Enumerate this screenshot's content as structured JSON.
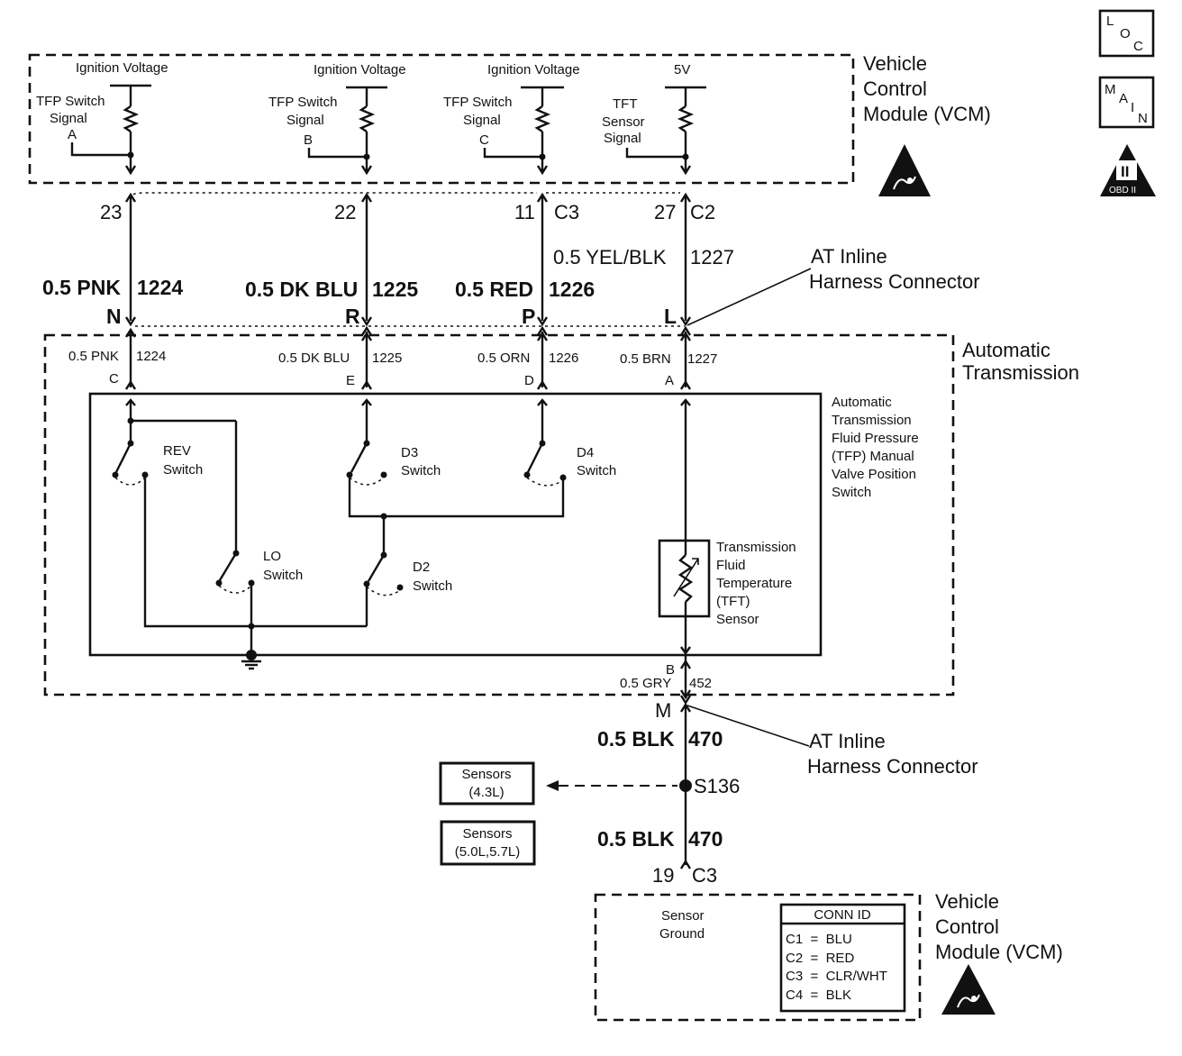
{
  "icons": {
    "loc": [
      "L",
      "O",
      "C"
    ],
    "main": [
      "M",
      "A",
      "I",
      "N"
    ],
    "obd": {
      "roman": "II",
      "label": "OBD II"
    },
    "esd": "esd-sensitive-icon"
  },
  "vcm_top": {
    "title": [
      "Vehicle",
      "Control",
      "Module (VCM)"
    ],
    "circuits": [
      {
        "supply": "Ignition Voltage",
        "label": [
          "TFP Switch",
          "Signal",
          "A"
        ]
      },
      {
        "supply": "Ignition Voltage",
        "label": [
          "TFP Switch",
          "Signal",
          "B"
        ]
      },
      {
        "supply": "Ignition Voltage",
        "label": [
          "TFP Switch",
          "Signal",
          "C"
        ]
      },
      {
        "supply": "5V",
        "label": [
          "TFT",
          "Sensor",
          "Signal"
        ]
      }
    ]
  },
  "vcm_pins": [
    {
      "pin": "23",
      "conn": ""
    },
    {
      "pin": "22",
      "conn": ""
    },
    {
      "pin": "11",
      "conn": "C3"
    },
    {
      "pin": "27",
      "conn": "C2"
    }
  ],
  "harness_wires": [
    {
      "color": "0.5 PNK",
      "circuit": "1224"
    },
    {
      "color": "0.5 DK BLU",
      "circuit": "1225"
    },
    {
      "color": "0.5 RED",
      "circuit": "1226"
    },
    {
      "color": "0.5 YEL/BLK",
      "circuit": "1227"
    }
  ],
  "inline_connector": {
    "label": [
      "AT Inline",
      "Harness Connector"
    ],
    "pins": [
      "N",
      "R",
      "P",
      "L"
    ]
  },
  "trans_wires": [
    {
      "color": "0.5 PNK",
      "circuit": "1224",
      "pin": "C"
    },
    {
      "color": "0.5 DK BLU",
      "circuit": "1225",
      "pin": "E"
    },
    {
      "color": "0.5 ORN",
      "circuit": "1226",
      "pin": "D"
    },
    {
      "color": "0.5 BRN",
      "circuit": "1227",
      "pin": "A"
    }
  ],
  "transmission": {
    "title": [
      "Automatic",
      "Transmission"
    ],
    "tfp_label": [
      "Automatic",
      "Transmission",
      "Fluid Pressure",
      "(TFP) Manual",
      "Valve Position",
      "Switch"
    ],
    "switches": {
      "rev": [
        "REV",
        "Switch"
      ],
      "d3": [
        "D3",
        "Switch"
      ],
      "d4": [
        "D4",
        "Switch"
      ],
      "lo": [
        "LO",
        "Switch"
      ],
      "d2": [
        "D2",
        "Switch"
      ]
    },
    "tft_label": [
      "Transmission",
      "Fluid",
      "Temperature",
      "(TFT)",
      "Sensor"
    ]
  },
  "ground_circuit": {
    "trans_pin": "B",
    "trans_wire": {
      "color": "0.5 GRY",
      "circuit": "452"
    },
    "inline_pin": "M",
    "inline_label": [
      "AT Inline",
      "Harness Connector"
    ],
    "wire_upper": {
      "color": "0.5 BLK",
      "circuit": "470"
    },
    "splice": "S136",
    "sensors_43": [
      "Sensors",
      "(4.3L)"
    ],
    "sensors_57": [
      "Sensors",
      "(5.0L,5.7L)"
    ],
    "wire_lower": {
      "color": "0.5 BLK",
      "circuit": "470"
    },
    "vcm_pin": "19",
    "vcm_conn": "C3"
  },
  "vcm_bottom": {
    "title": [
      "Vehicle",
      "Control",
      "Module (VCM)"
    ],
    "internal_label": [
      "Sensor",
      "Ground"
    ],
    "conn_id": {
      "title": "CONN ID",
      "rows": [
        "C1  =  BLU",
        "C2  =  RED",
        "C3  =  CLR/WHT",
        "C4  =  BLK"
      ]
    }
  }
}
